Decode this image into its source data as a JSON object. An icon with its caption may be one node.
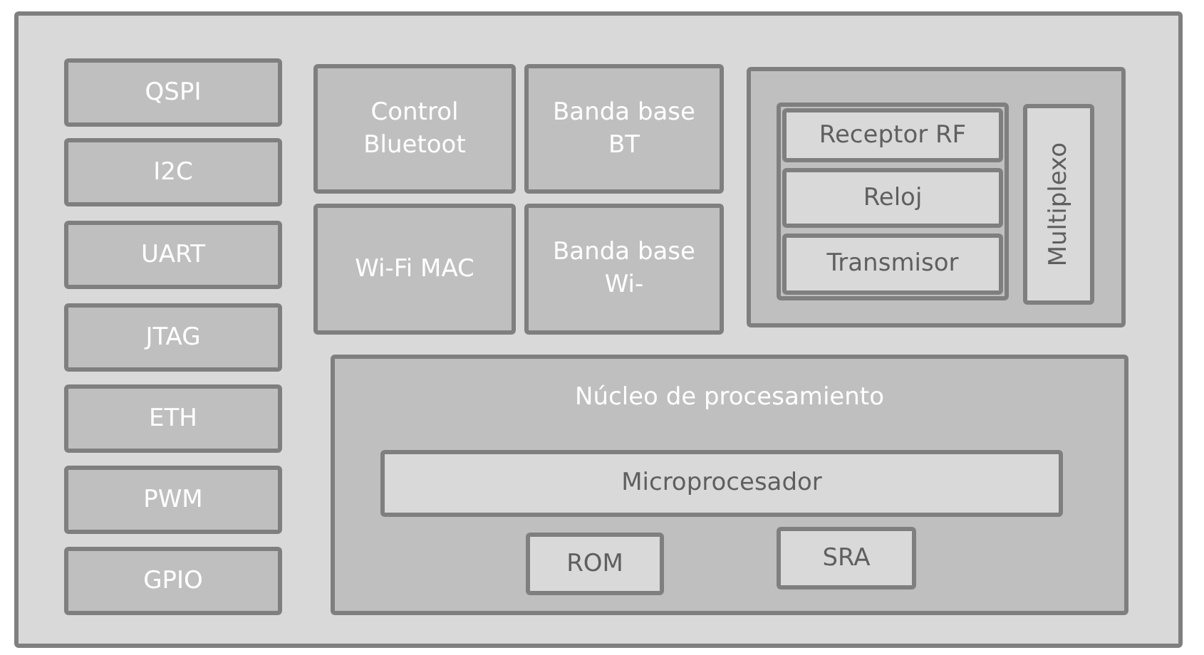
{
  "diagram": {
    "nodes": [
      {
        "text": [],
        "shape": "box"
      },
      {
        "text": [
          "QSPI"
        ],
        "in": 0
      },
      {
        "text": [
          "I2C"
        ],
        "in": 0
      },
      {
        "text": [
          "UART"
        ],
        "in": 0
      },
      {
        "text": [
          "JTAG"
        ],
        "in": 0
      },
      {
        "text": [
          "ETH"
        ],
        "in": 0
      },
      {
        "text": [
          "PWM"
        ],
        "in": 0
      },
      {
        "text": [
          "GPIO"
        ],
        "in": 0
      },
      {
        "text": [
          "Control Bluetoot"
        ],
        "in": 0
      },
      {
        "text": [
          "Banda base BT"
        ],
        "in": 0
      },
      {
        "text": [
          "Wi-Fi MAC"
        ],
        "in": 0
      },
      {
        "text": [
          "Banda base Wi-"
        ],
        "in": 0
      },
      {
        "text": [],
        "shape": "box",
        "in": 0
      },
      {
        "text": [],
        "shape": "box",
        "in": 12
      },
      {
        "text": [
          "Receptor RF"
        ],
        "in": 13
      },
      {
        "text": [
          "Reloj"
        ],
        "in": 13
      },
      {
        "text": [
          "Transmisor"
        ],
        "in": 13
      },
      {
        "text": [
          "Multiplexo"
        ],
        "in": 12
      },
      {
        "text": [
          "Núcleo de procesamiento"
        ],
        "in": 0
      },
      {
        "text": [
          "Microprocesador"
        ],
        "in": 18
      },
      {
        "text": [
          "ROM"
        ],
        "in": 18
      },
      {
        "text": [
          "SRA"
        ],
        "in": 18
      }
    ],
    "edges": []
  }
}
